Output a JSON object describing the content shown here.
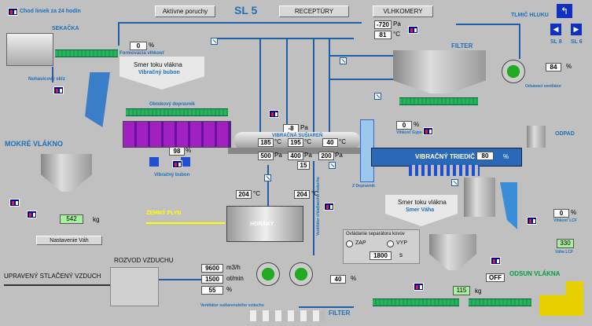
{
  "header": {
    "title": "SL 5",
    "btn_faults": "Aktívne poruchy",
    "btn_recipes": "RECEPTÚRY",
    "btn_moisture": "VLHKOMERY",
    "line_history": "Chod liniek za 24 hodín"
  },
  "nav": {
    "sl8": "SL 8",
    "sl6": "SL 6"
  },
  "labels": {
    "sekacka": "SEKAČKA",
    "nahanovaci": "Nohavicový sklz",
    "mokre": "MOKRÉ VLÁKNO",
    "nastavenie": "Nastavenie Váh",
    "rozvod": "ROZVOD VZDUCHU",
    "stlaceny": "UPRAVENÝ STLAČENÝ VZDUCH",
    "formovacia": "Formovacia vlhkosť",
    "smer1": "Smer toku vlákna",
    "smer1b": "Vibračný bubon",
    "obtokovy": "Obtokový dopravník",
    "vibbubon": "Vibračný bubon",
    "susiaren": "VIBRAČNÁ SUŠIAREŇ",
    "zemny": "ZEMNÝ PLYN",
    "horaky": "HORÁKY",
    "ventsus": "Ventilátor sušiarenského vzduchu",
    "ventchlad": "Ventilátor chladiaceho vzduchu",
    "filter": "FILTER",
    "filter2": "FILTER",
    "tlmic": "TLMIČ HLUKU",
    "odsav": "Odsávací ventilátor",
    "vlhkgyps": "Vlhkosť Gyps",
    "zdop": "Z Dopravník",
    "triedic": "VIBRAČNÝ TRIEDIČ",
    "odpad": "ODPAD",
    "smer2": "Smer toku vlákna",
    "smer2b": "Smer Váha",
    "ovlad": "Ovládanie separátora kovov",
    "zap": "ZAP",
    "vyp": "VYP",
    "vlhklcf": "Vlhkosť LCF",
    "vahalcf": "Váha LCF",
    "odsun": "ODSUN VLÁKNA"
  },
  "values": {
    "formovacia": "0",
    "press_top": "-720",
    "temp_top": "81",
    "fan_right": "84",
    "dryer_p": "-8",
    "t1": "185",
    "t2": "195",
    "t3": "40",
    "p1": "500",
    "p2": "400",
    "p3": "200",
    "p4": "15",
    "t_left": "204",
    "t_right": "204",
    "kg_left": "542",
    "gyps": "0",
    "triedic": "80",
    "lcf_moist": "0",
    "lcf_weight": "330",
    "flow": "9600",
    "rpm": "1500",
    "pct1": "55",
    "pct2": "40",
    "sep": "1800",
    "kg_mid": "115",
    "off": "OFF",
    "drum": "98"
  },
  "units": {
    "pct": "%",
    "pa": "Pa",
    "c": "°C",
    "kg": "kg",
    "m3": "m3/h",
    "ot": "ot/min",
    "s": "s"
  }
}
